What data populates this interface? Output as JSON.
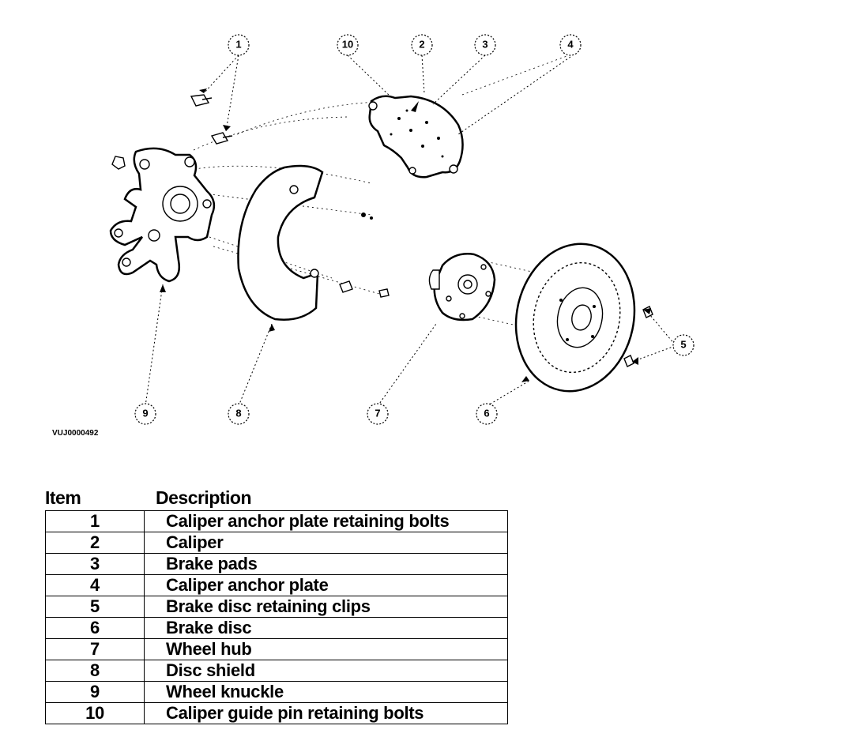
{
  "diagram": {
    "reference_code": "VUJ0000492",
    "callouts": [
      "1",
      "2",
      "3",
      "4",
      "5",
      "6",
      "7",
      "8",
      "9",
      "10"
    ]
  },
  "legend": {
    "header_item": "Item",
    "header_description": "Description",
    "rows": [
      {
        "item": "1",
        "description": "Caliper anchor plate retaining bolts"
      },
      {
        "item": "2",
        "description": "Caliper"
      },
      {
        "item": "3",
        "description": "Brake pads"
      },
      {
        "item": "4",
        "description": "Caliper anchor plate"
      },
      {
        "item": "5",
        "description": "Brake disc retaining clips"
      },
      {
        "item": "6",
        "description": "Brake disc"
      },
      {
        "item": "7",
        "description": "Wheel hub"
      },
      {
        "item": "8",
        "description": "Disc shield"
      },
      {
        "item": "9",
        "description": "Wheel knuckle"
      },
      {
        "item": "10",
        "description": "Caliper guide pin retaining bolts"
      }
    ]
  }
}
